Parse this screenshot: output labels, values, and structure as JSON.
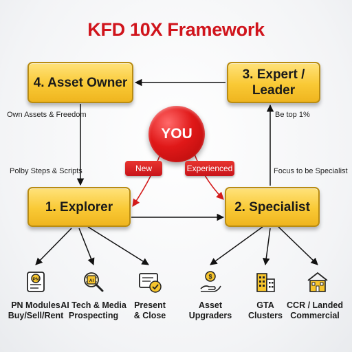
{
  "title": "KFD 10X Framework",
  "center": "YOU",
  "paths": {
    "new": "New",
    "experienced": "Experienced"
  },
  "stages": {
    "asset_owner": "4. Asset Owner",
    "expert_leader": "3. Expert /\nLeader",
    "explorer": "1. Explorer",
    "specialist": "2. Specialist"
  },
  "edge_labels": {
    "owner_left": "Own Assets & Freedom",
    "explorer_left": "Polby Steps & Scripts",
    "expert_right": "Be top 1%",
    "specialist_right": "Focus to be Specialist"
  },
  "outputs": [
    {
      "label": "PN Modules\nBuy/Sell/Rent",
      "icon": "pn-modules-icon",
      "badge": "PN"
    },
    {
      "label": "AI Tech & Media\nProspecting",
      "icon": "ai-tech-icon",
      "badge": "AI"
    },
    {
      "label": "Present\n& Close",
      "icon": "present-close-icon"
    },
    {
      "label": "Asset\nUpgraders",
      "icon": "asset-upgraders-icon"
    },
    {
      "label": "GTA\nClusters",
      "icon": "gta-clusters-icon"
    },
    {
      "label": "CCR / Landed\nCommercial",
      "icon": "ccr-landed-icon"
    }
  ],
  "colors": {
    "title": "#d0141c",
    "box": "#f9c935",
    "you": "#e01818"
  }
}
